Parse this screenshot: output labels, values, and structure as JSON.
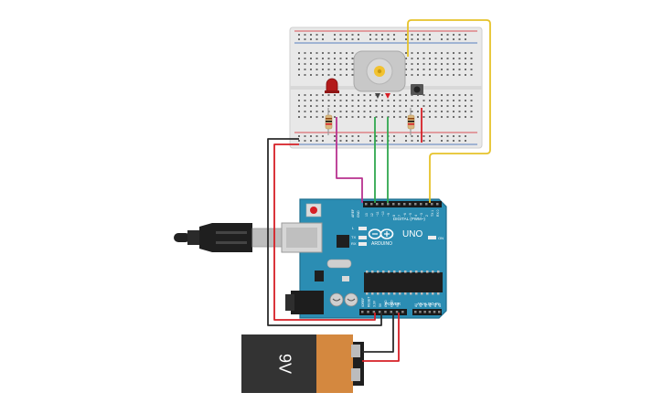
{
  "arduino": {
    "brand": "ARDUINO",
    "model": "UNO",
    "digital_label": "DIGITAL (PWM~)",
    "power_label": "POWER",
    "analog_label": "ANALOG IN",
    "aref_label": "AREF",
    "gnd_label": "GND",
    "tx_label": "TX",
    "rx_label": "RX",
    "l_label": "L",
    "on_label": "ON",
    "digital_pins": [
      "13",
      "12",
      "~11",
      "~10",
      "~9",
      "8",
      "7",
      "~6",
      "~5",
      "4",
      "~3",
      "2",
      "TX 1",
      "RX 0"
    ],
    "power_pins": [
      "IOREF",
      "RESET",
      "3.3V",
      "5V",
      "GND",
      "GND",
      "Vin"
    ],
    "analog_pins": [
      "A0",
      "A1",
      "A2",
      "A3",
      "A4",
      "A5"
    ]
  },
  "battery": {
    "label": "9V"
  },
  "colors": {
    "board": "#2b8db3",
    "breadboard": "#e9e9e9",
    "wire_magenta": "#b8318f",
    "wire_green": "#2fa84f",
    "wire_yellow": "#e6c22a",
    "wire_red": "#d61f26",
    "wire_black": "#2b2b2b",
    "battery_body": "#333333",
    "battery_label": "#d4883f"
  }
}
